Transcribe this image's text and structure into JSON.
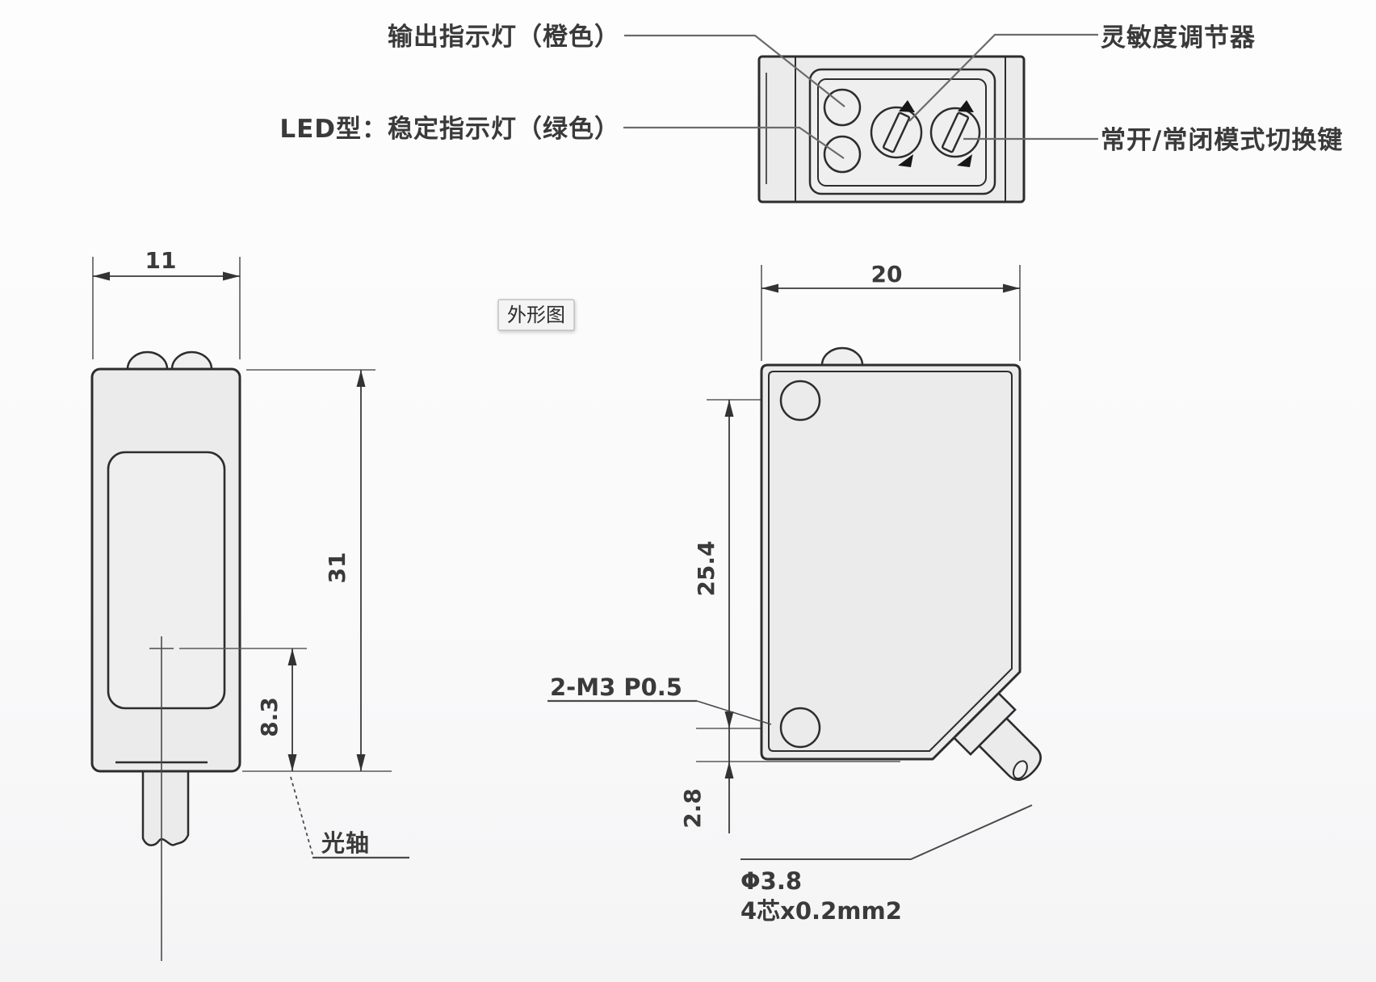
{
  "figure_label": "外形图",
  "callouts": {
    "output_indicator": "输出指示灯（橙色）",
    "led_stability_indicator": "LED型：稳定指示灯（绿色）",
    "sensitivity_adjuster": "灵敏度调节器",
    "no_nc_mode_switch": "常开/常闭模式切换键",
    "optical_axis": "光轴",
    "mounting_holes": "2-M3 P0.5",
    "cable_diameter": "Φ3.8",
    "cable_spec": "4芯x0.2mm2"
  },
  "dimensions": {
    "front_width": "11",
    "front_height": "31",
    "optical_axis_offset": "8.3",
    "side_depth": "20",
    "hole_spacing": "25.4",
    "hole_to_bottom": "2.8"
  },
  "colors": {
    "line": "#2d2d2d",
    "body_fill": "#ebebeb",
    "panel_fill": "#efefef",
    "leader": "#6b6b6b",
    "background": "#fbfbfc",
    "tag_fill": "#f4f4f4",
    "tag_border": "#c2c2c2"
  }
}
